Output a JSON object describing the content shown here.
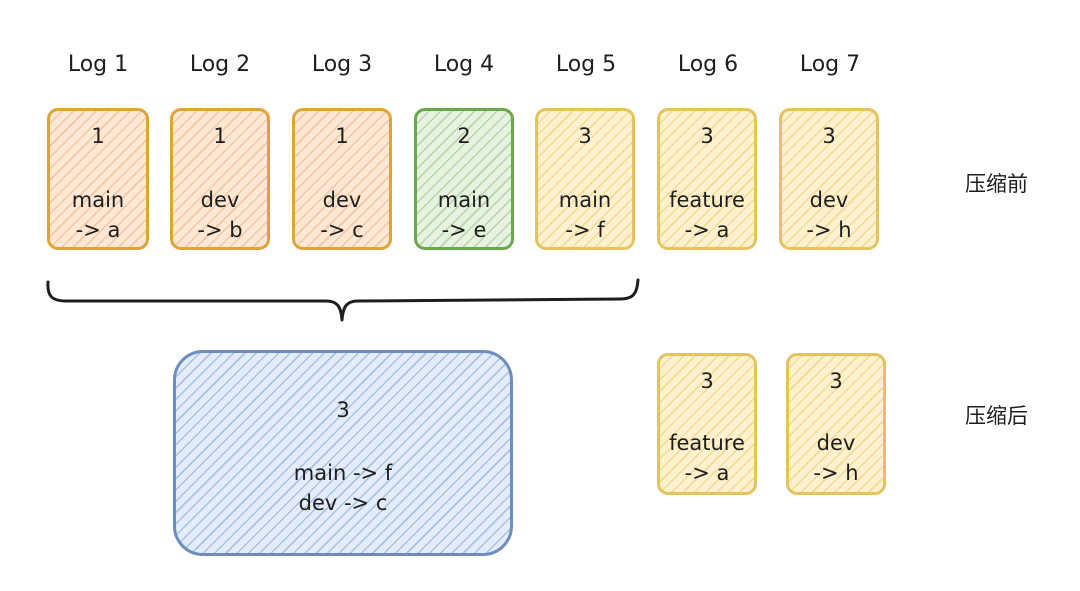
{
  "colors": {
    "stroke_orange": "#e0a33a",
    "stroke_green": "#6aa84f",
    "stroke_yellow": "#e6c35c",
    "stroke_blue": "#6c8ebf",
    "fill_orange": "#fde8d6",
    "fill_green": "#e7f2e0",
    "fill_yellow": "#fdf1cf",
    "fill_blue": "#e3ecf8",
    "text": "#1e1e1e"
  },
  "before": {
    "label": "压缩前",
    "logs": [
      {
        "title": "Log 1",
        "term": "1",
        "branch": "main",
        "target": "-> a",
        "color": "orange"
      },
      {
        "title": "Log 2",
        "term": "1",
        "branch": "dev",
        "target": "-> b",
        "color": "orange"
      },
      {
        "title": "Log 3",
        "term": "1",
        "branch": "dev",
        "target": "-> c",
        "color": "orange"
      },
      {
        "title": "Log 4",
        "term": "2",
        "branch": "main",
        "target": "-> e",
        "color": "green"
      },
      {
        "title": "Log 5",
        "term": "3",
        "branch": "main",
        "target": "-> f",
        "color": "yellow"
      },
      {
        "title": "Log 6",
        "term": "3",
        "branch": "feature",
        "target": "-> a",
        "color": "yellow"
      },
      {
        "title": "Log 7",
        "term": "3",
        "branch": "dev",
        "target": "-> h",
        "color": "yellow"
      }
    ]
  },
  "after": {
    "label": "压缩后",
    "snapshot": {
      "term": "3",
      "line1": "main -> f",
      "line2": "dev -> c"
    },
    "logs": [
      {
        "term": "3",
        "branch": "feature",
        "target": "-> a"
      },
      {
        "term": "3",
        "branch": "dev",
        "target": "-> h"
      }
    ]
  }
}
